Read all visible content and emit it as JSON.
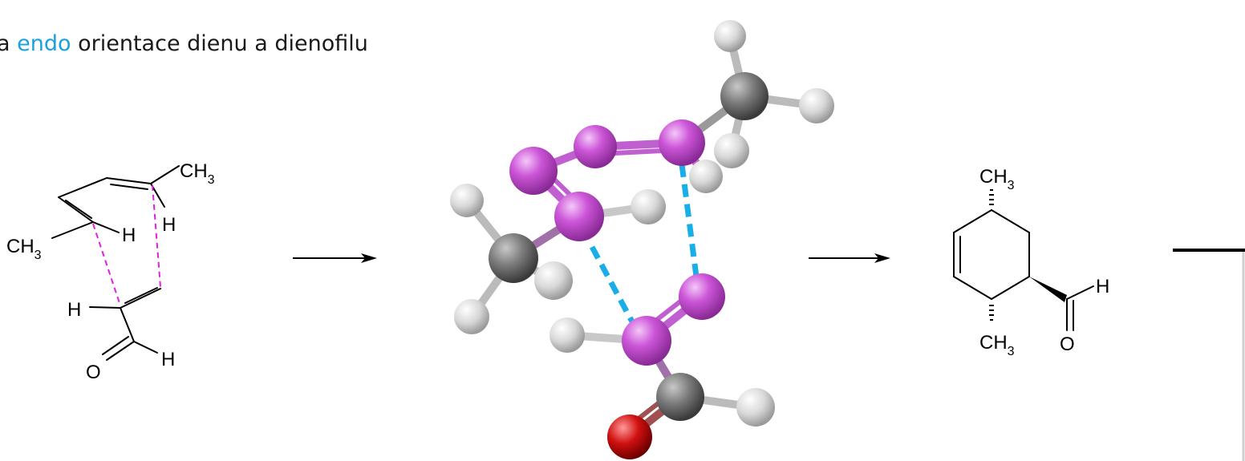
{
  "caption": {
    "prefix": "a",
    "highlight": "endo",
    "rest": "orientace dienu a dienofilu",
    "highlight_color": "#1aa0e0"
  },
  "reactant": {
    "ch3_top": {
      "main": "CH",
      "sub": "3"
    },
    "ch3_left": {
      "main": "CH",
      "sub": "3"
    },
    "h_right": "H",
    "h_inner": "H",
    "h_left": "H",
    "o": "O",
    "h_ald": "H"
  },
  "product": {
    "ch3_top": {
      "main": "CH",
      "sub": "3"
    },
    "ch3_bottom": {
      "main": "CH",
      "sub": "3"
    },
    "h_ald": "H",
    "o": "O"
  },
  "colors": {
    "new_bond_dash": "#e020e0",
    "ts_dash": "#1aaee8",
    "carbon_diene": "#cc55d8",
    "carbon_methyl": "#7a7a7a",
    "hydrogen": "#d8d8d8",
    "oxygen": "#d01010"
  },
  "icons": [
    "arrow-right-icon",
    "arrow-right-icon"
  ]
}
